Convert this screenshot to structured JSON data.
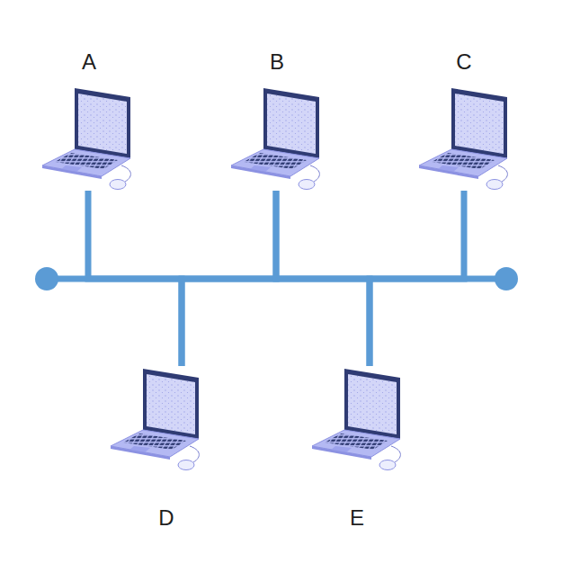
{
  "diagram": {
    "nodes": [
      {
        "text": [
          "A"
        ]
      },
      {
        "text": [
          "B"
        ]
      },
      {
        "text": [
          "C"
        ]
      },
      {
        "text": [
          "D"
        ]
      },
      {
        "text": [
          "E"
        ]
      }
    ],
    "edges": [
      {
        "from": 0,
        "to": 3,
        "arrow": "none"
      },
      {
        "from": 3,
        "to": 1,
        "arrow": "none"
      },
      {
        "from": 1,
        "to": 4,
        "arrow": "none"
      },
      {
        "from": 4,
        "to": 2,
        "arrow": "none"
      }
    ]
  }
}
